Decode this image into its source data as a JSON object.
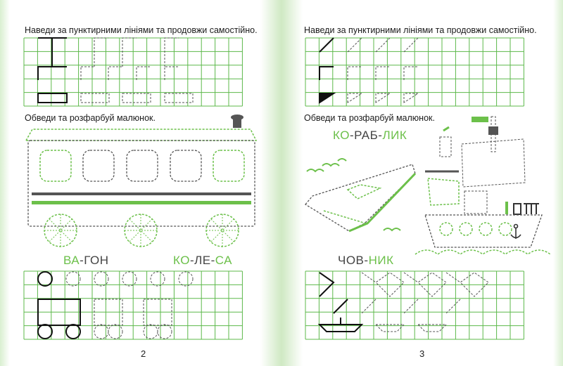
{
  "left_page": {
    "instruction_trace": "Наведи за пунктирними лініями та продовжи самостійно.",
    "instruction_color": "Обведи та розфарбуй малюнок.",
    "word_1": {
      "a": "ВА",
      "b": "-",
      "c": "ГОН"
    },
    "word_2": {
      "a": "КО",
      "b": "-ЛЕ-",
      "c": "СА"
    },
    "page_number": "2"
  },
  "right_page": {
    "instruction_trace": "Наведи за пунктирними лініями та продовжи самостійно.",
    "instruction_color": "Обведи та розфарбуй малюнок.",
    "word_1": {
      "a": "КО",
      "b": "-РАБ-",
      "c": "ЛИК"
    },
    "word_2": {
      "a": "ЧОВ",
      "b": "-",
      "c": "НИК"
    },
    "page_number": "3"
  },
  "colors": {
    "grid": "#5cb84a",
    "accent": "#6cc04a",
    "ink": "#111111",
    "trace": "#555555"
  }
}
